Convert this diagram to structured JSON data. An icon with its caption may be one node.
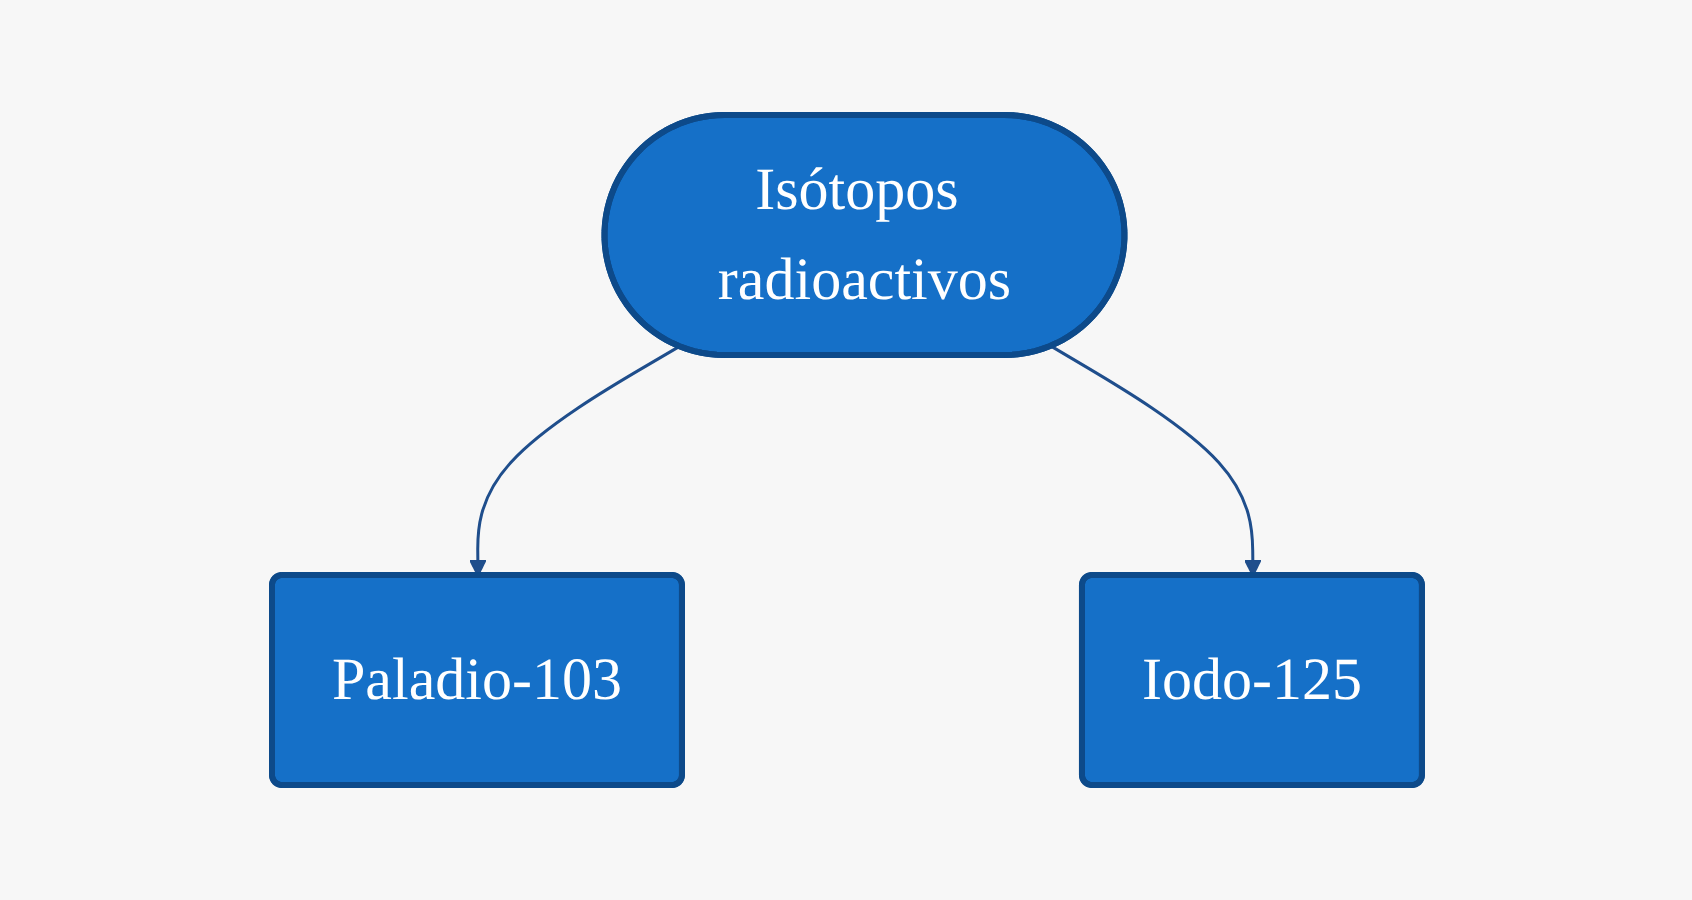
{
  "diagram": {
    "nodes": [
      {
        "text": [
          "Isótopos radioactivos"
        ]
      },
      {
        "text": [
          "Paladio-103"
        ]
      },
      {
        "text": [
          "Iodo-125"
        ]
      }
    ],
    "edges": [
      {
        "from": 0,
        "to": 1,
        "arrow": "to"
      },
      {
        "from": 0,
        "to": 2,
        "arrow": "to"
      }
    ]
  }
}
